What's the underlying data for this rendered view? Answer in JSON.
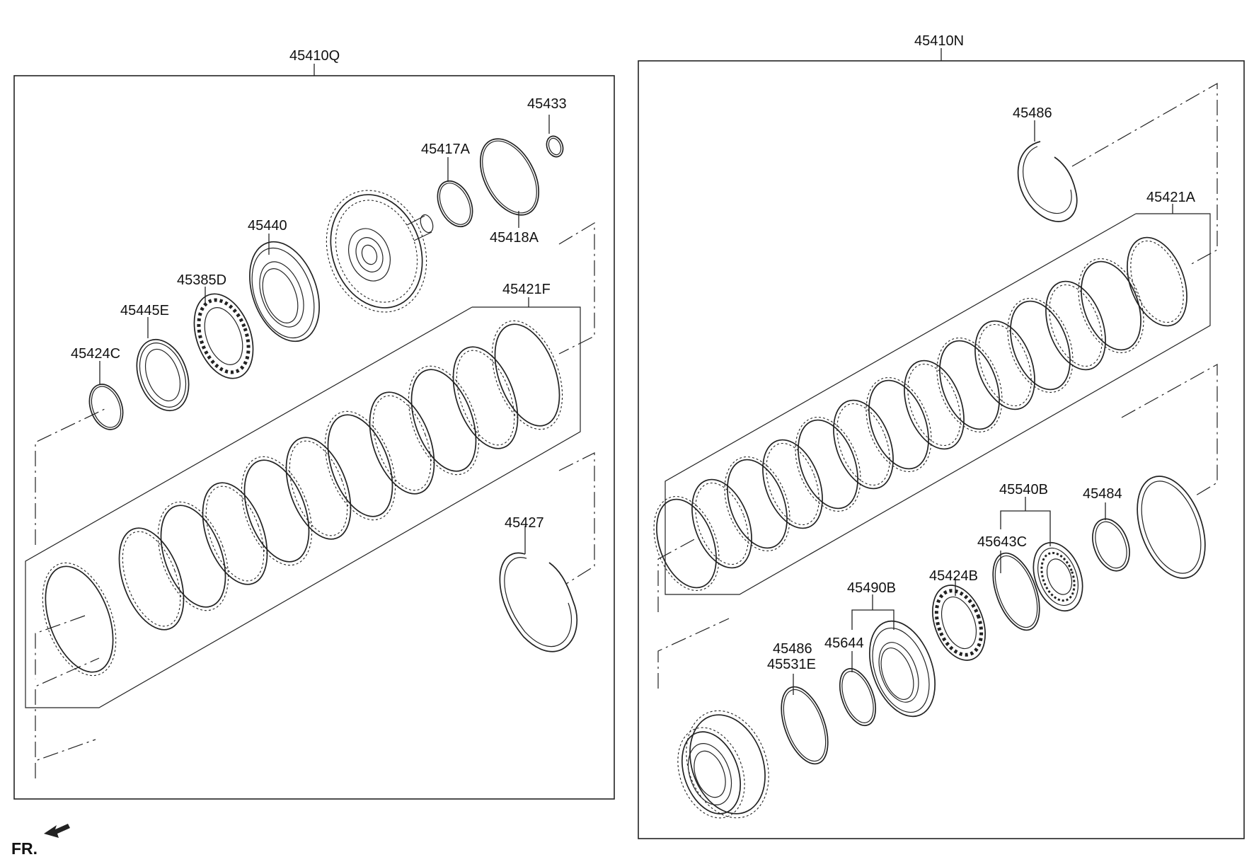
{
  "assemblies": {
    "left": {
      "label": "45410Q"
    },
    "right": {
      "label": "45410N"
    }
  },
  "parts_left": {
    "p45433": "45433",
    "p45417A": "45417A",
    "p45418A": "45418A",
    "p45440": "45440",
    "p45385D": "45385D",
    "p45445E": "45445E",
    "p45424C": "45424C",
    "p45421F": "45421F",
    "p45427": "45427"
  },
  "parts_right": {
    "p45486_top": "45486",
    "p45421A": "45421A",
    "p45540B": "45540B",
    "p45484": "45484",
    "p45643C": "45643C",
    "p45424B": "45424B",
    "p45490B": "45490B",
    "p45486_bottom": "45486",
    "p45531E": "45531E",
    "p45644": "45644"
  },
  "front_indicator": {
    "label": "FR."
  }
}
